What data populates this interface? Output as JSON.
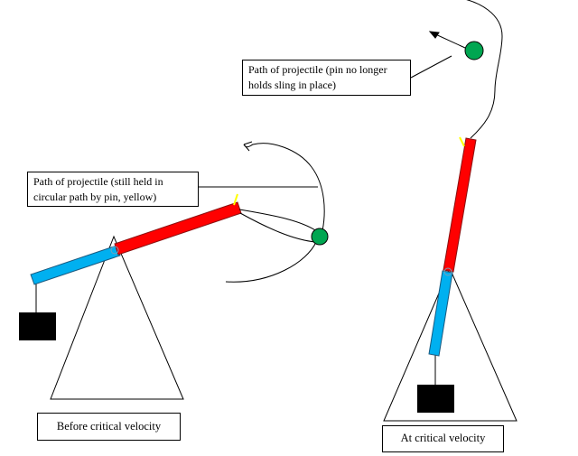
{
  "annotations": {
    "path_before": "Path of projectile (still held in circular path by pin, yellow)",
    "path_after": "Path of projectile (pin no longer holds sling in place)"
  },
  "captions": {
    "before": "Before critical velocity",
    "after": "At critical velocity"
  },
  "colors": {
    "long_arm": "#ff0000",
    "short_arm": "#00b0f0",
    "projectile": "#00a651",
    "pin": "#ffff00",
    "counterweight": "#000000",
    "outline": "#000000"
  }
}
